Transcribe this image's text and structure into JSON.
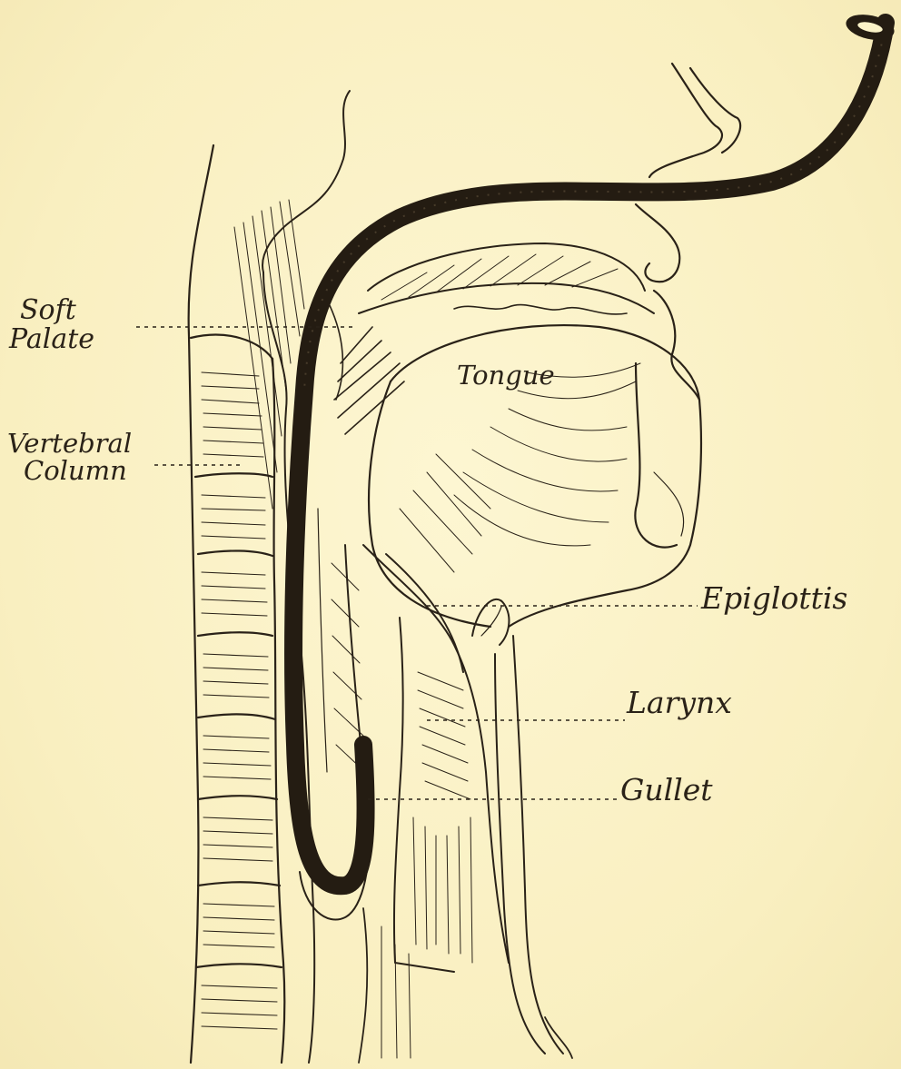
{
  "figure": {
    "background_color": "#fbf3c8",
    "ink_color": "#2a2218",
    "labels": {
      "soft_palate_line1": "Soft",
      "soft_palate_line2": "Palate",
      "vertebral_column_line1": "Vertebral",
      "vertebral_column_line2": "Column",
      "tongue": "Tongue",
      "epiglottis": "Epiglottis",
      "larynx": "Larynx",
      "gullet": "Gullet"
    }
  }
}
